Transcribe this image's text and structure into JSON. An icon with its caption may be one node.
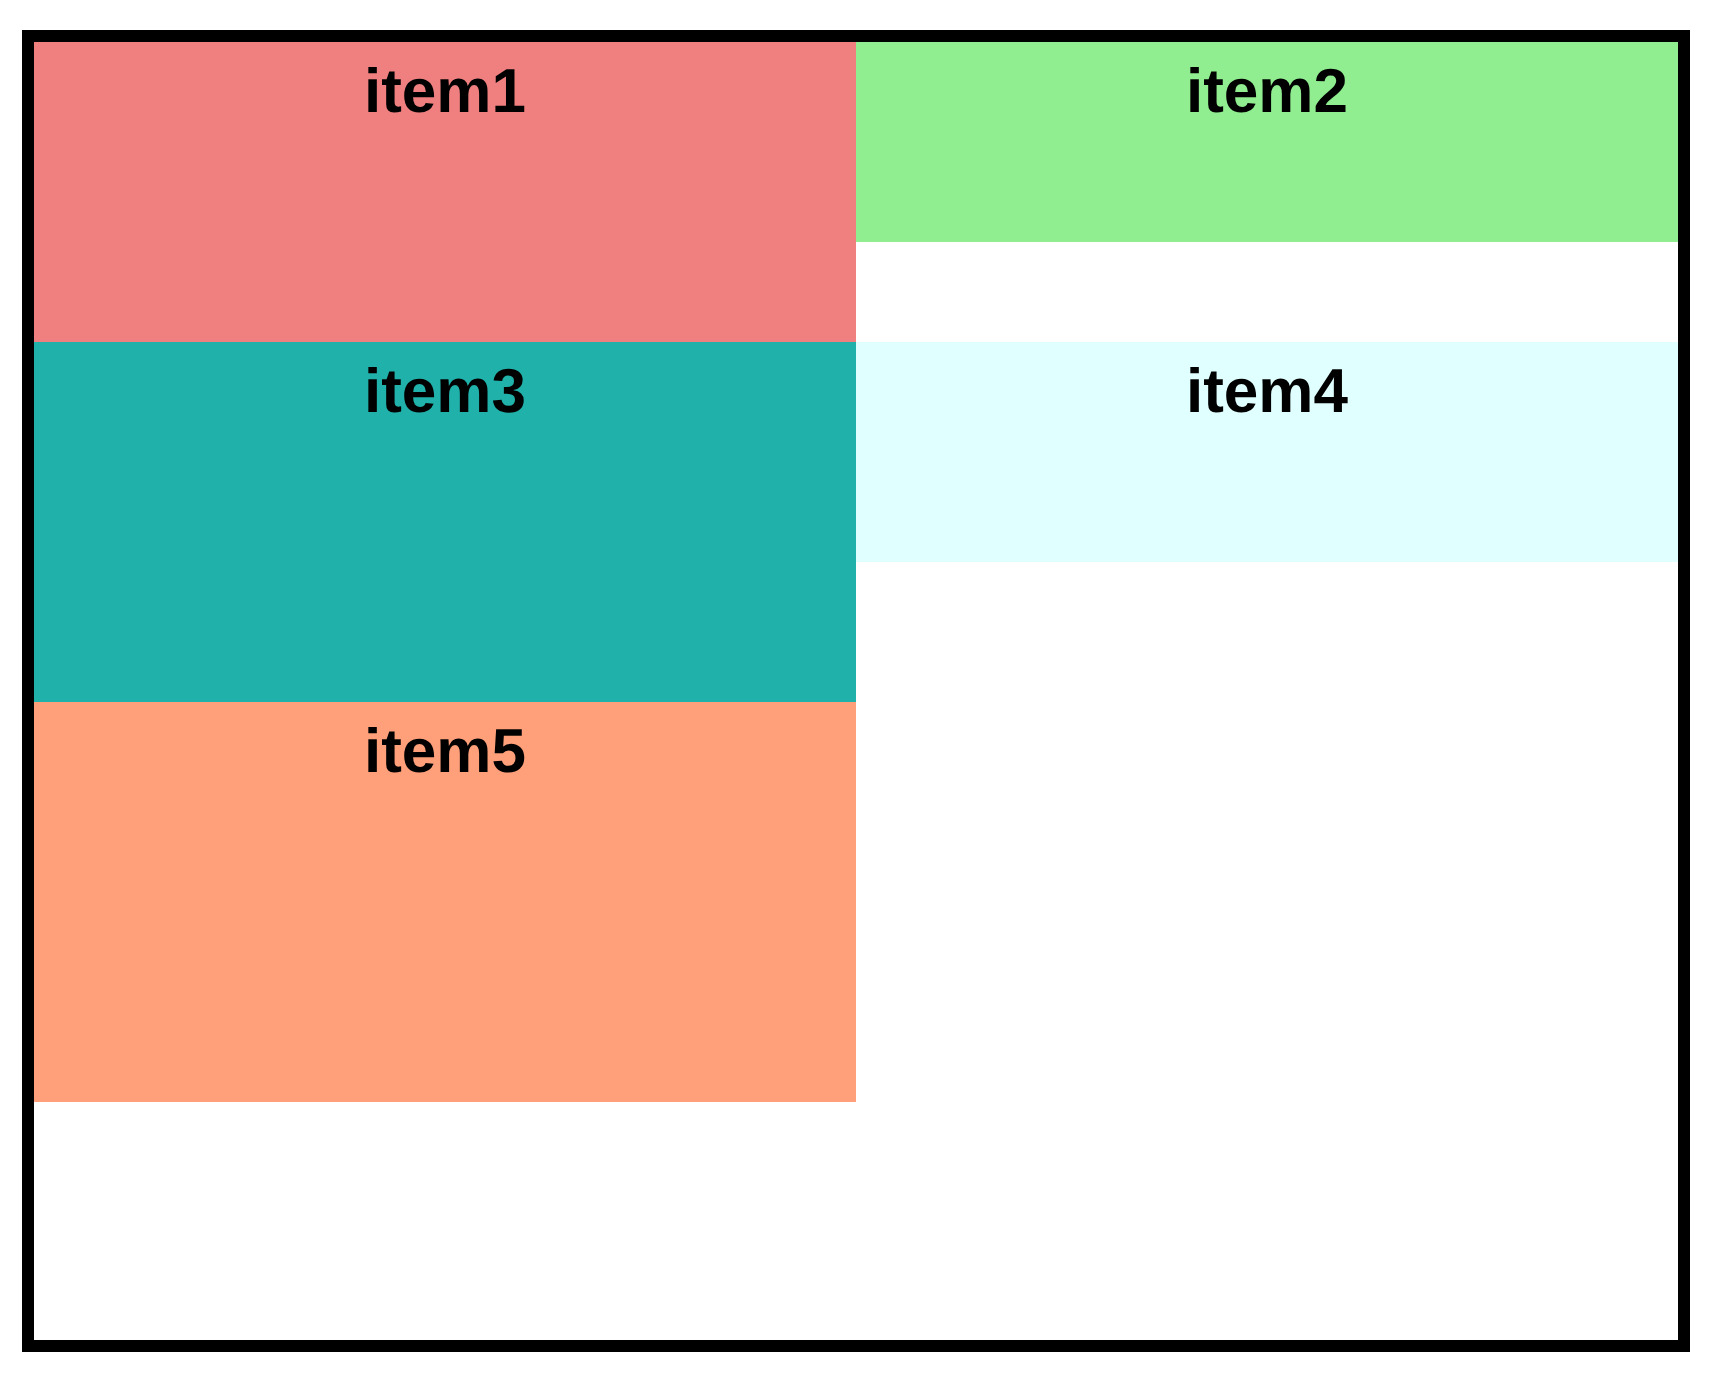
{
  "diagram": {
    "nodes": [
      {
        "text": [],
        "shape": "box"
      },
      {
        "text": [
          "item1"
        ],
        "in": 0
      },
      {
        "text": [
          "item2"
        ],
        "in": 0
      },
      {
        "text": [
          "item3"
        ],
        "in": 0
      },
      {
        "text": [
          "item4"
        ],
        "in": 0
      },
      {
        "text": [
          "item5"
        ],
        "in": 0
      }
    ]
  }
}
